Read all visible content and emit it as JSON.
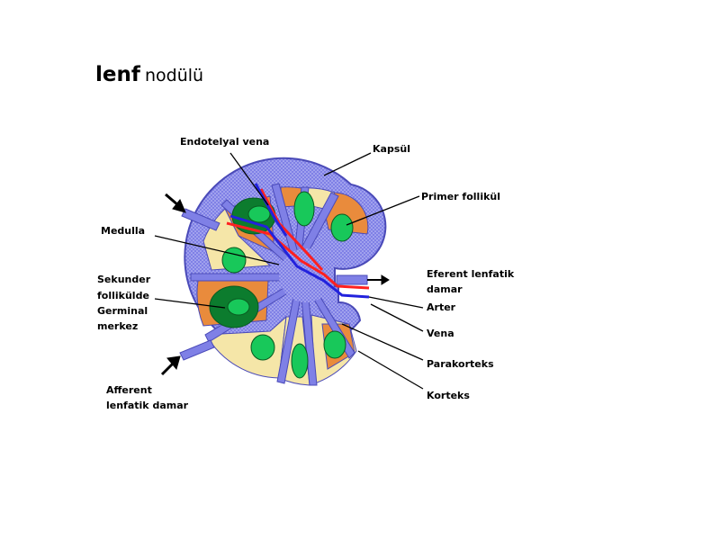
{
  "title": {
    "bold": "lenf",
    "rest": "nodülü"
  },
  "labels": {
    "endotelyal_vena": "Endotelyal vena",
    "kapsul": "Kapsül",
    "primer_follikul": "Primer follikül",
    "medulla": "Medulla",
    "sekunder": [
      "Sekunder",
      "follikülde",
      "Germinal",
      "merkez"
    ],
    "eferent": [
      "Eferent lenfatik",
      "damar"
    ],
    "arter": "Arter",
    "vena": "Vena",
    "parakorteks": "Parakorteks",
    "korteks": "Korteks",
    "afferent": [
      "Afferent",
      "lenfatik damar"
    ]
  },
  "colors": {
    "capsule": "#7f80e6",
    "capsule_dots": "#c9c9f7",
    "cortex": "#f5e6a8",
    "paracortex": "#e98b3c",
    "follicle": "#18c85a",
    "germinal_center": "#0c7c2e",
    "artery": "#ff2020",
    "vein": "#2222dd"
  }
}
